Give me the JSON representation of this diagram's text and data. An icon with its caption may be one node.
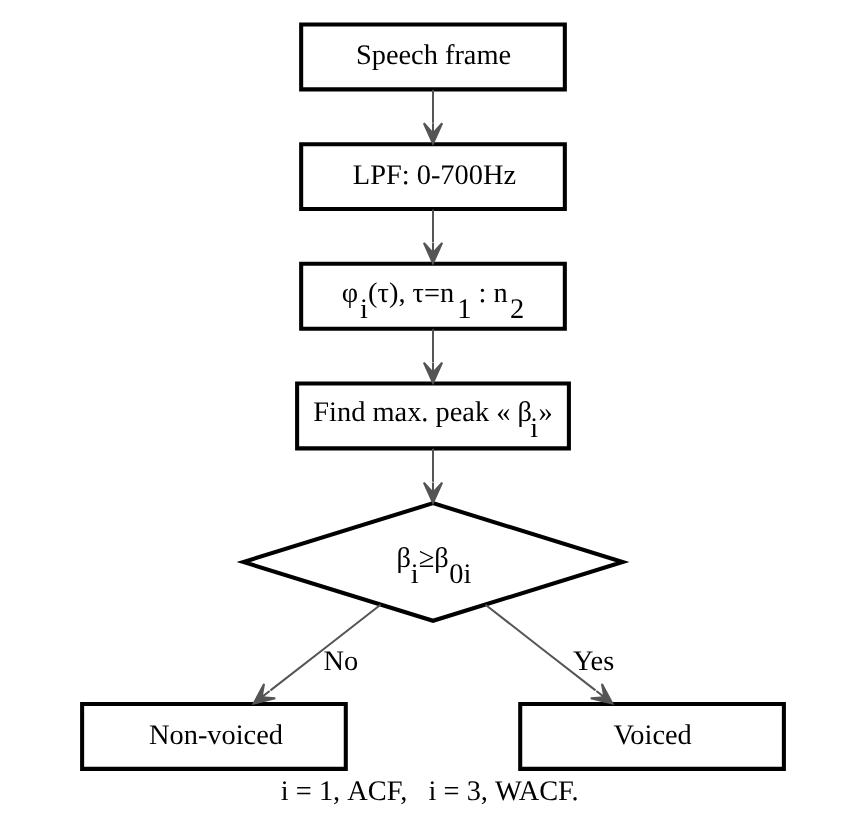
{
  "diagram": {
    "caption": "i = 1, ACF,   i = 3, WACF.",
    "nodes": [
      {
        "text": [
          "Speech frame"
        ]
      },
      {
        "text": [
          "LPF: 0-700Hz"
        ]
      },
      {
        "text": [
          "φ$_{i}$(τ), τ=n$_{1}$ : n$_{2}$"
        ]
      },
      {
        "text": [
          "Find max. peak « β$_{i}$»"
        ]
      },
      {
        "text": [
          "β$_{i}$≥β$_{0i}$"
        ]
      },
      {
        "text": [
          "Non-voiced"
        ]
      },
      {
        "text": [
          "Voiced"
        ]
      }
    ],
    "edges": [
      {
        "from": 0,
        "to": 1,
        "arrow": "to"
      },
      {
        "from": 1,
        "to": 2,
        "arrow": "to"
      },
      {
        "from": 2,
        "to": 3,
        "arrow": "to"
      },
      {
        "from": 3,
        "to": 4,
        "arrow": "to"
      },
      {
        "from": 4,
        "to": 5,
        "arrow": "to",
        "label": "No"
      },
      {
        "from": 4,
        "to": 6,
        "arrow": "to",
        "label": "Yes"
      }
    ]
  }
}
